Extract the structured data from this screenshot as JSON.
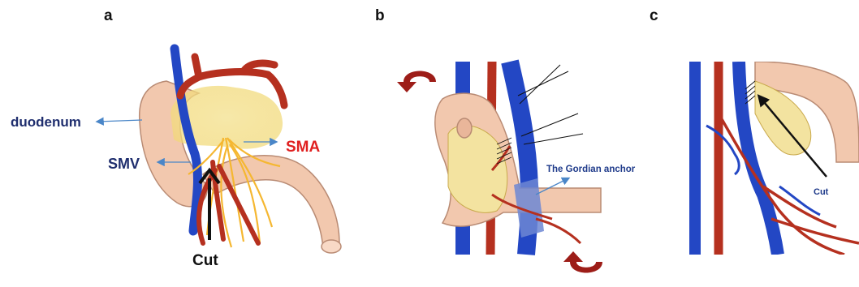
{
  "panels": {
    "a": {
      "letter": "a",
      "labels": {
        "duodenum": "duodenum",
        "smv": "SMV",
        "sma": "SMA",
        "cut": "Cut"
      }
    },
    "b": {
      "letter": "b",
      "labels": {
        "gordian": "The Gordian anchor"
      }
    },
    "c": {
      "letter": "c",
      "labels": {
        "cut": "Cut"
      }
    }
  },
  "colors": {
    "vein_blue": "#2347c4",
    "artery_red": "#b5301f",
    "dark_red": "#8b1a12",
    "intestine_skin": "#f2c8ae",
    "intestine_outline": "#b98b74",
    "pancreas_yellow": "#f3e3a0",
    "nerve_orange": "#f5b731",
    "label_navy": "#1f2e6e",
    "label_red": "#e02020",
    "label_blue": "#1e3a8a",
    "pointer_blue": "#4a86c8",
    "anchor_blue": "#6d87d4"
  }
}
